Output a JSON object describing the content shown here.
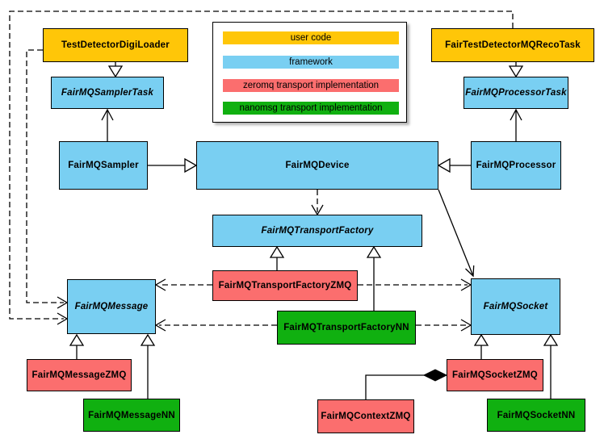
{
  "nodes": {
    "tddl": {
      "label": "TestDetectorDigiLoader",
      "category": "user code"
    },
    "reco_task": {
      "label": "FairTestDetectorMQRecoTask",
      "category": "user code"
    },
    "sampler_task": {
      "label": "FairMQSamplerTask",
      "category": "framework",
      "abstract": true
    },
    "processor_task": {
      "label": "FairMQProcessorTask",
      "category": "framework",
      "abstract": true
    },
    "sampler": {
      "label": "FairMQSampler",
      "category": "framework"
    },
    "device": {
      "label": "FairMQDevice",
      "category": "framework"
    },
    "processor": {
      "label": "FairMQProcessor",
      "category": "framework"
    },
    "transport_factory": {
      "label": "FairMQTransportFactory",
      "category": "framework",
      "abstract": true
    },
    "transport_factory_zmq": {
      "label": "FairMQTransportFactoryZMQ",
      "category": "zeromq transport implementation"
    },
    "transport_factory_nn": {
      "label": "FairMQTransportFactoryNN",
      "category": "nanomsg transport implementation"
    },
    "message": {
      "label": "FairMQMessage",
      "category": "framework",
      "abstract": true
    },
    "socket": {
      "label": "FairMQSocket",
      "category": "framework",
      "abstract": true
    },
    "message_zmq": {
      "label": "FairMQMessageZMQ",
      "category": "zeromq transport implementation"
    },
    "message_nn": {
      "label": "FairMQMessageNN",
      "category": "nanomsg transport implementation"
    },
    "socket_zmq": {
      "label": "FairMQSocketZMQ",
      "category": "zeromq transport implementation"
    },
    "socket_nn": {
      "label": "FairMQSocketNN",
      "category": "nanomsg transport implementation"
    },
    "context_zmq": {
      "label": "FairMQContextZMQ",
      "category": "zeromq transport implementation"
    }
  },
  "legend": {
    "items": [
      {
        "label": "user code",
        "color": "#ffc608"
      },
      {
        "label": "framework",
        "color": "#79cff2"
      },
      {
        "label": "zeromq transport implementation",
        "color": "#fb6e6e"
      },
      {
        "label": "nanomsg transport implementation",
        "color": "#10b010"
      }
    ]
  },
  "colors": {
    "user_code": "#ffc608",
    "framework": "#79cff2",
    "zeromq": "#fb6e6e",
    "nanomsg": "#10b010",
    "border": "#000000",
    "background": "#ffffff"
  },
  "edges": [
    {
      "from": "TestDetectorDigiLoader",
      "to": "FairMQSamplerTask",
      "type": "inheritance"
    },
    {
      "from": "FairTestDetectorMQRecoTask",
      "to": "FairMQProcessorTask",
      "type": "inheritance"
    },
    {
      "from": "FairMQSampler",
      "to": "FairMQSamplerTask",
      "type": "association"
    },
    {
      "from": "FairMQProcessor",
      "to": "FairMQProcessorTask",
      "type": "association"
    },
    {
      "from": "FairMQSampler",
      "to": "FairMQDevice",
      "type": "inheritance"
    },
    {
      "from": "FairMQProcessor",
      "to": "FairMQDevice",
      "type": "inheritance"
    },
    {
      "from": "FairMQDevice",
      "to": "FairMQTransportFactory",
      "type": "dependency-dashed"
    },
    {
      "from": "FairMQDevice",
      "to": "FairMQSocket",
      "type": "association"
    },
    {
      "from": "FairMQTransportFactoryZMQ",
      "to": "FairMQTransportFactory",
      "type": "inheritance"
    },
    {
      "from": "FairMQTransportFactoryNN",
      "to": "FairMQTransportFactory",
      "type": "inheritance"
    },
    {
      "from": "FairMQTransportFactoryZMQ",
      "to": "FairMQMessage",
      "type": "dependency-dashed"
    },
    {
      "from": "FairMQTransportFactoryZMQ",
      "to": "FairMQSocket",
      "type": "dependency-dashed"
    },
    {
      "from": "FairMQTransportFactoryNN",
      "to": "FairMQMessage",
      "type": "dependency-dashed"
    },
    {
      "from": "FairMQTransportFactoryNN",
      "to": "FairMQSocket",
      "type": "dependency-dashed"
    },
    {
      "from": "TestDetectorDigiLoader",
      "to": "FairMQMessage",
      "type": "dependency-dashed"
    },
    {
      "from": "FairTestDetectorMQRecoTask",
      "to": "FairMQMessage",
      "type": "dependency-dashed"
    },
    {
      "from": "FairMQMessageZMQ",
      "to": "FairMQMessage",
      "type": "inheritance"
    },
    {
      "from": "FairMQMessageNN",
      "to": "FairMQMessage",
      "type": "inheritance"
    },
    {
      "from": "FairMQSocketZMQ",
      "to": "FairMQSocket",
      "type": "inheritance"
    },
    {
      "from": "FairMQSocketNN",
      "to": "FairMQSocket",
      "type": "inheritance"
    },
    {
      "from": "FairMQContextZMQ",
      "to": "FairMQSocketZMQ",
      "type": "composition"
    }
  ]
}
